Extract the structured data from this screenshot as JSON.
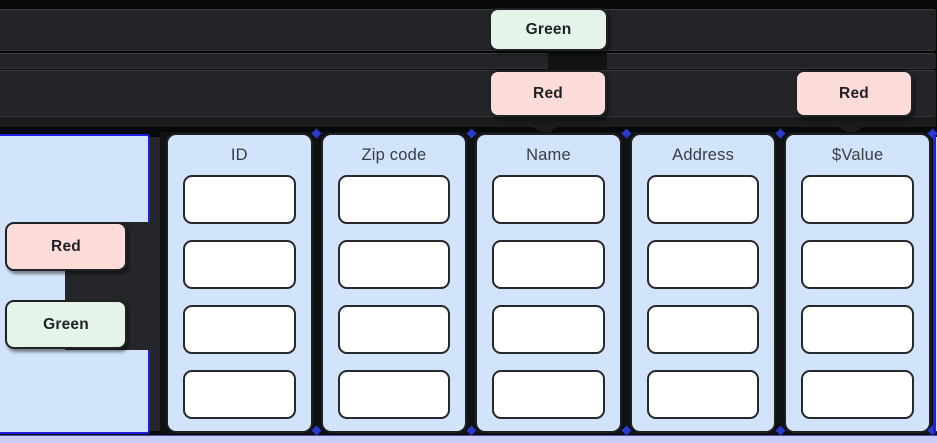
{
  "diagram": {
    "top_nodes": [
      {
        "id": "green-top",
        "label": "Green",
        "color": "green"
      },
      {
        "id": "red-top-1",
        "label": "Red",
        "color": "red"
      },
      {
        "id": "red-top-2",
        "label": "Red",
        "color": "red"
      }
    ],
    "left_nodes": [
      {
        "id": "red-left",
        "label": "Red",
        "color": "red"
      },
      {
        "id": "green-left",
        "label": "Green",
        "color": "green"
      }
    ],
    "table": {
      "columns": [
        {
          "label": "ID"
        },
        {
          "label": "Zip code"
        },
        {
          "label": "Name"
        },
        {
          "label": "Address"
        },
        {
          "label": "$Value"
        }
      ],
      "rows_per_column": 4
    },
    "colors": {
      "background": "#070809",
      "lane_dark": "#222427",
      "node_red_bg": "#fbdcd8",
      "node_green_bg": "#e5f4e9",
      "panel_blue_bg": "#d2e3fc",
      "cell_bg": "#ffffff",
      "selection_blue": "#1f1fe0",
      "lavender_strip": "#c9ccf4"
    }
  }
}
